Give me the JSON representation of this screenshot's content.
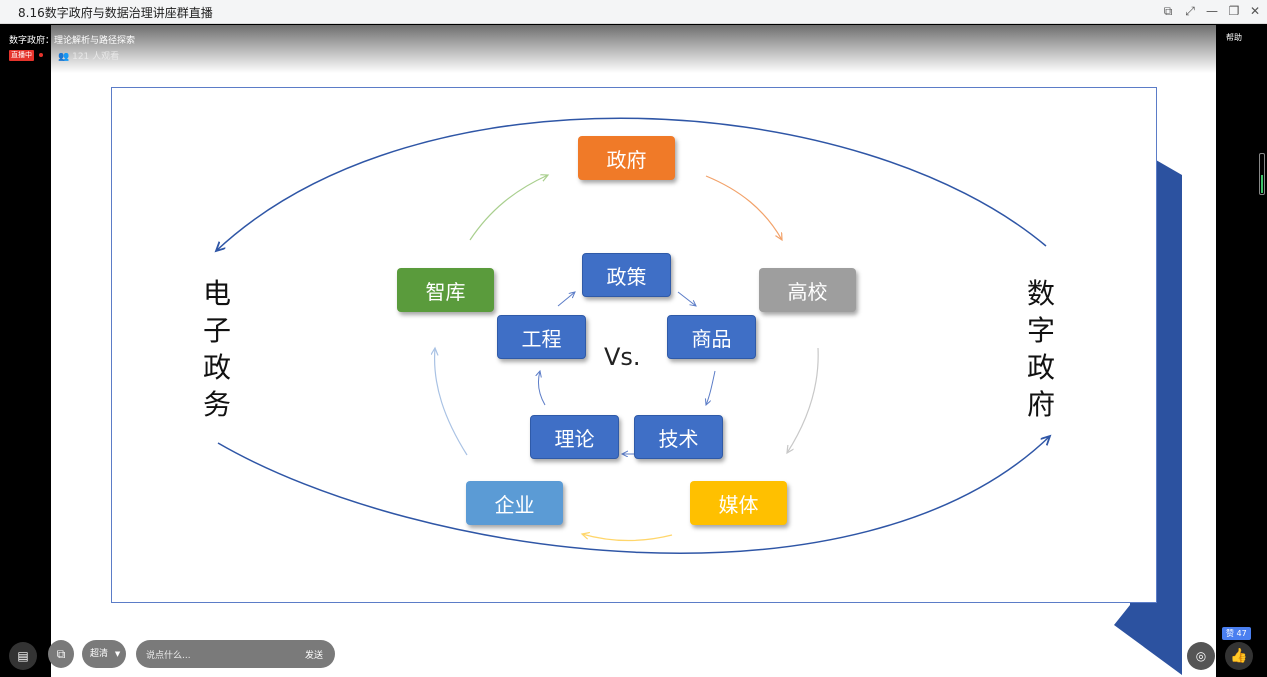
{
  "window": {
    "title": "8.16数字政府与数据治理讲座群直播"
  },
  "live": {
    "title": "数字政府：理论解析与路径探索",
    "badge": "直播中",
    "viewers": "121 人观看",
    "help": "帮助"
  },
  "slide": {
    "left_label": [
      "电",
      "子",
      "政",
      "务"
    ],
    "right_label": [
      "数",
      "字",
      "政",
      "府"
    ],
    "outer_boxes": {
      "government": "政府",
      "university": "高校",
      "media": "媒体",
      "enterprise": "企业",
      "think_tank": "智库"
    },
    "inner_boxes": {
      "policy": "政策",
      "commodity": "商品",
      "technology": "技术",
      "theory": "理论",
      "engineering": "工程"
    },
    "center": "Vs.",
    "colors": {
      "government": "#f07a28",
      "university": "#9e9e9e",
      "media": "#ffc000",
      "enterprise": "#5b9bd5",
      "think_tank": "#5a9b3c",
      "inner": "#3f6fc6"
    }
  },
  "controls": {
    "quality_label": "超清",
    "chat_placeholder": "说点什么...",
    "send_label": "发送",
    "likes": "赞 47"
  }
}
